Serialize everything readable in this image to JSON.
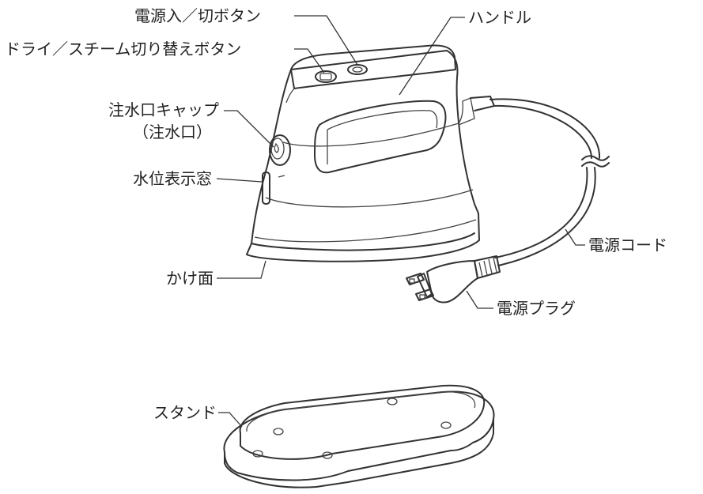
{
  "labels": {
    "power_button": "電源入／切ボタン",
    "handle": "ハンドル",
    "dry_steam_button": "ドライ／スチーム切り替えボタン",
    "cap_line1": "注水口キャップ",
    "cap_line2": "（注水口）",
    "water_window": "水位表示窓",
    "power_cord": "電源コード",
    "soleplate": "かけ面",
    "power_plug": "電源プラグ",
    "stand": "スタンド"
  },
  "colors": {
    "ink": "#333333",
    "background": "#ffffff"
  }
}
